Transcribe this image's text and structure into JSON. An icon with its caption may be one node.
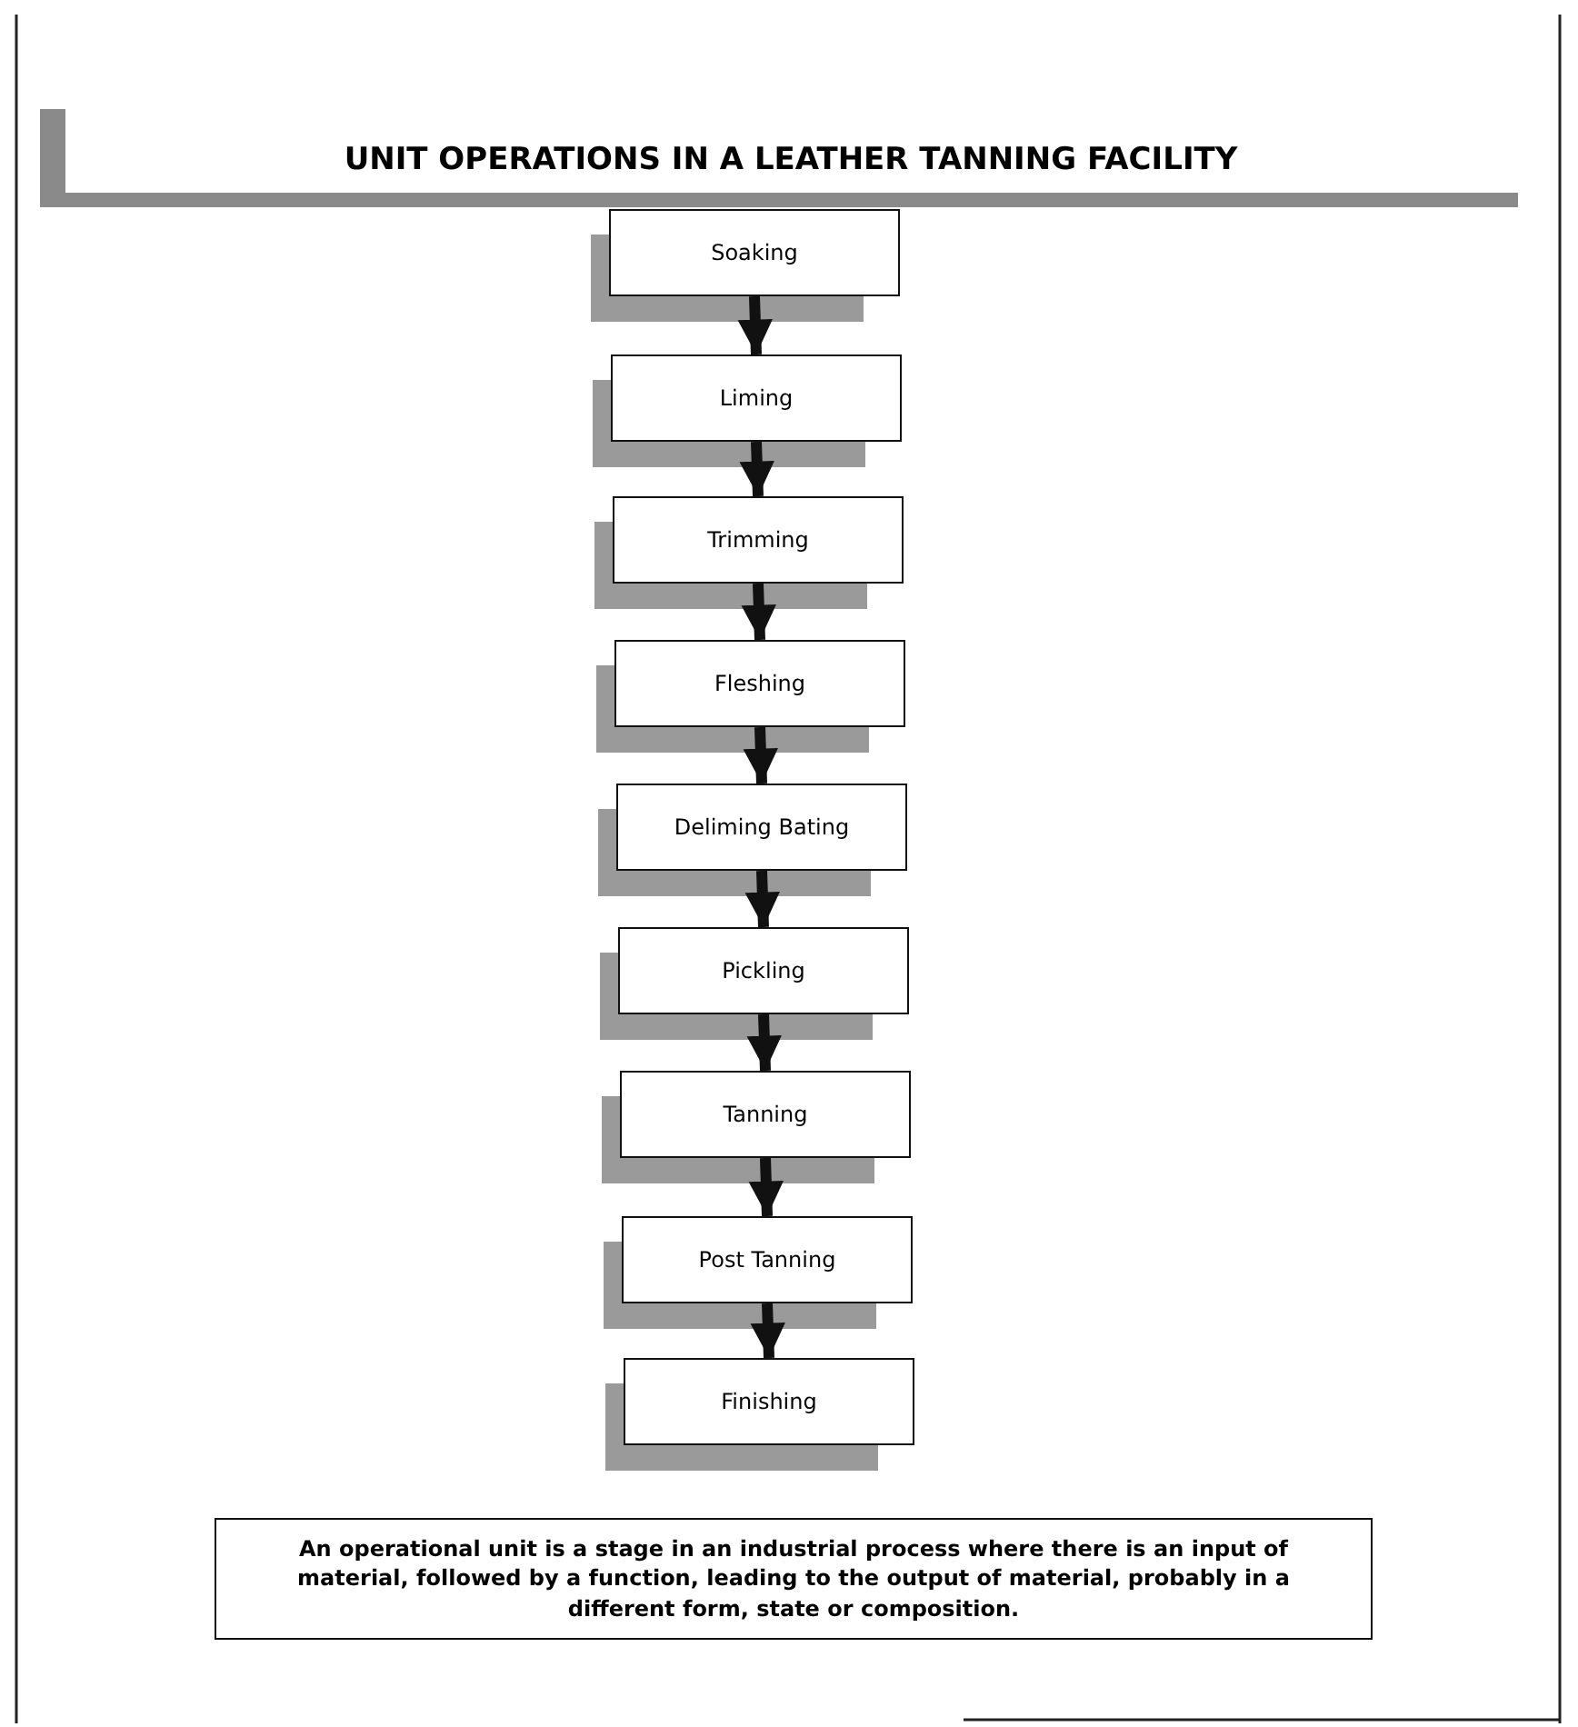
{
  "diagram": {
    "title": "UNIT OPERATIONS IN A LEATHER TANNING FACILITY",
    "nodes": [
      {
        "text": [
          "Soaking"
        ]
      },
      {
        "text": [
          "Liming"
        ]
      },
      {
        "text": [
          "Trimming"
        ]
      },
      {
        "text": [
          "Fleshing"
        ]
      },
      {
        "text": [
          "Deliming Bating"
        ]
      },
      {
        "text": [
          "Pickling"
        ]
      },
      {
        "text": [
          "Tanning"
        ]
      },
      {
        "text": [
          "Post Tanning"
        ]
      },
      {
        "text": [
          "Finishing"
        ]
      },
      {
        "text": [
          "An operational unit is a stage in an industrial process where there is an input of material, followed by a function, leading to the output of material, probably in a different form, state or composition."
        ]
      }
    ],
    "edges": [
      {
        "from": 0,
        "to": 1,
        "arrow": "to"
      },
      {
        "from": 1,
        "to": 2,
        "arrow": "to"
      },
      {
        "from": 2,
        "to": 3,
        "arrow": "to"
      },
      {
        "from": 3,
        "to": 4,
        "arrow": "to"
      },
      {
        "from": 4,
        "to": 5,
        "arrow": "to"
      },
      {
        "from": 5,
        "to": 6,
        "arrow": "to"
      },
      {
        "from": 6,
        "to": 7,
        "arrow": "to"
      },
      {
        "from": 7,
        "to": 8,
        "arrow": "to"
      }
    ]
  }
}
